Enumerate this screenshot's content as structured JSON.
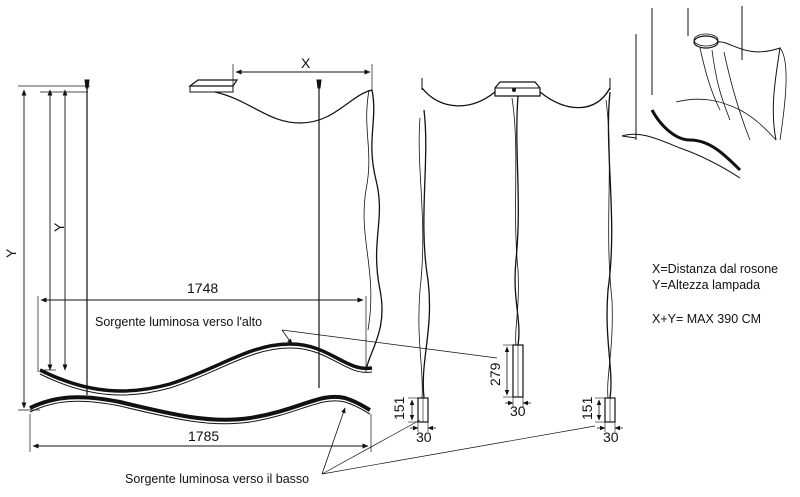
{
  "dimensions": {
    "x": "X",
    "y_outer": "Y",
    "y_inner": "Y",
    "upper_length": "1748",
    "lower_length": "1785",
    "upper_height": "279",
    "lower_height_1": "151",
    "lower_height_2": "151",
    "width_1": "30",
    "width_2": "30",
    "width_3": "30"
  },
  "labels": {
    "upper_source": "Sorgente luminosa verso l'alto",
    "lower_source": "Sorgente luminosa verso il basso"
  },
  "legend": {
    "line1": "X=Distanza dal rosone",
    "line2": "Y=Altezza lampada",
    "line3": "X+Y= MAX 390 CM"
  }
}
